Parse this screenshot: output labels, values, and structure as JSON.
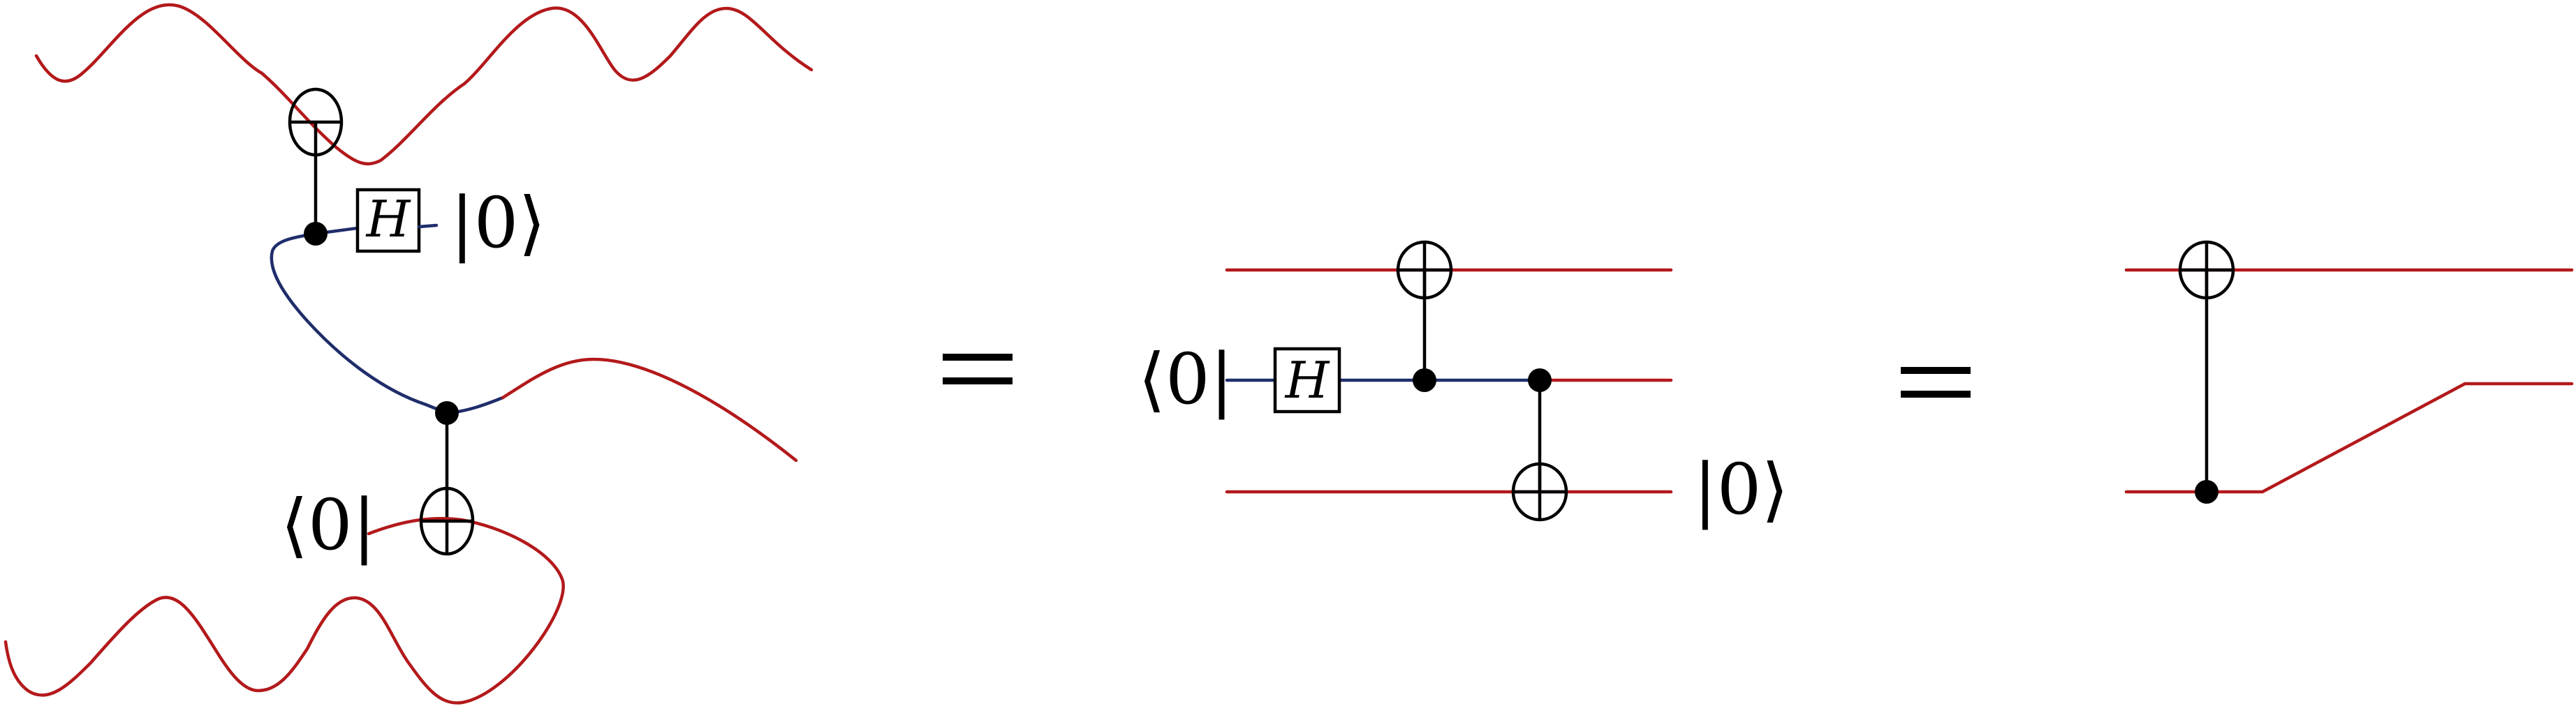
{
  "colors": {
    "wire_red": "#b3191b",
    "wire_blue": "#1f2d6b",
    "ink": "#000000",
    "background": "#ffffff"
  },
  "panel_left": {
    "ket_label": "|0⟩",
    "bra_label": "⟨0|",
    "gate_label": "H"
  },
  "panel_middle": {
    "bra_label": "⟨0|",
    "ket_label": "|0⟩",
    "gate_label": "H"
  },
  "panel_right": {}
}
